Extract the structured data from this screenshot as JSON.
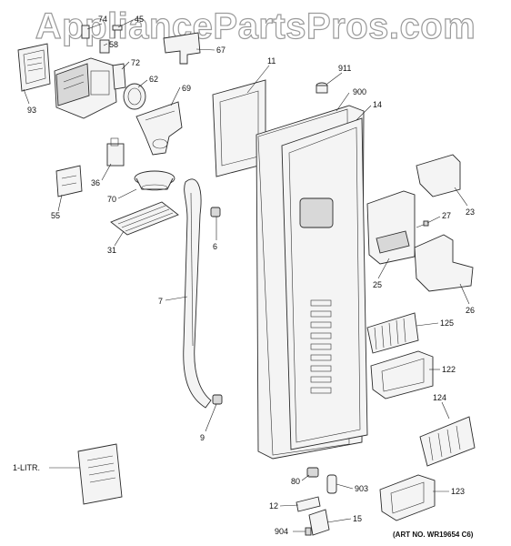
{
  "watermark": "AppliancePartsPros.com",
  "art_number": "(ART NO. WR19654 C6)",
  "parts": {
    "p74": "74",
    "p45": "45",
    "p58": "58",
    "p67": "67",
    "p72": "72",
    "p62": "62",
    "p69": "69",
    "p93": "93",
    "p11": "11",
    "p911": "911",
    "p900": "900",
    "p14": "14",
    "p36": "36",
    "p70": "70",
    "p55": "55",
    "p31": "31",
    "p6": "6",
    "p7": "7",
    "p9": "9",
    "p23": "23",
    "p27": "27",
    "p25": "25",
    "p26": "26",
    "p125": "125",
    "p122": "122",
    "p124": "124",
    "p123": "123",
    "p80": "80",
    "p903": "903",
    "p12": "12",
    "p15": "15",
    "p904": "904",
    "p1litr": "1-LITR."
  }
}
